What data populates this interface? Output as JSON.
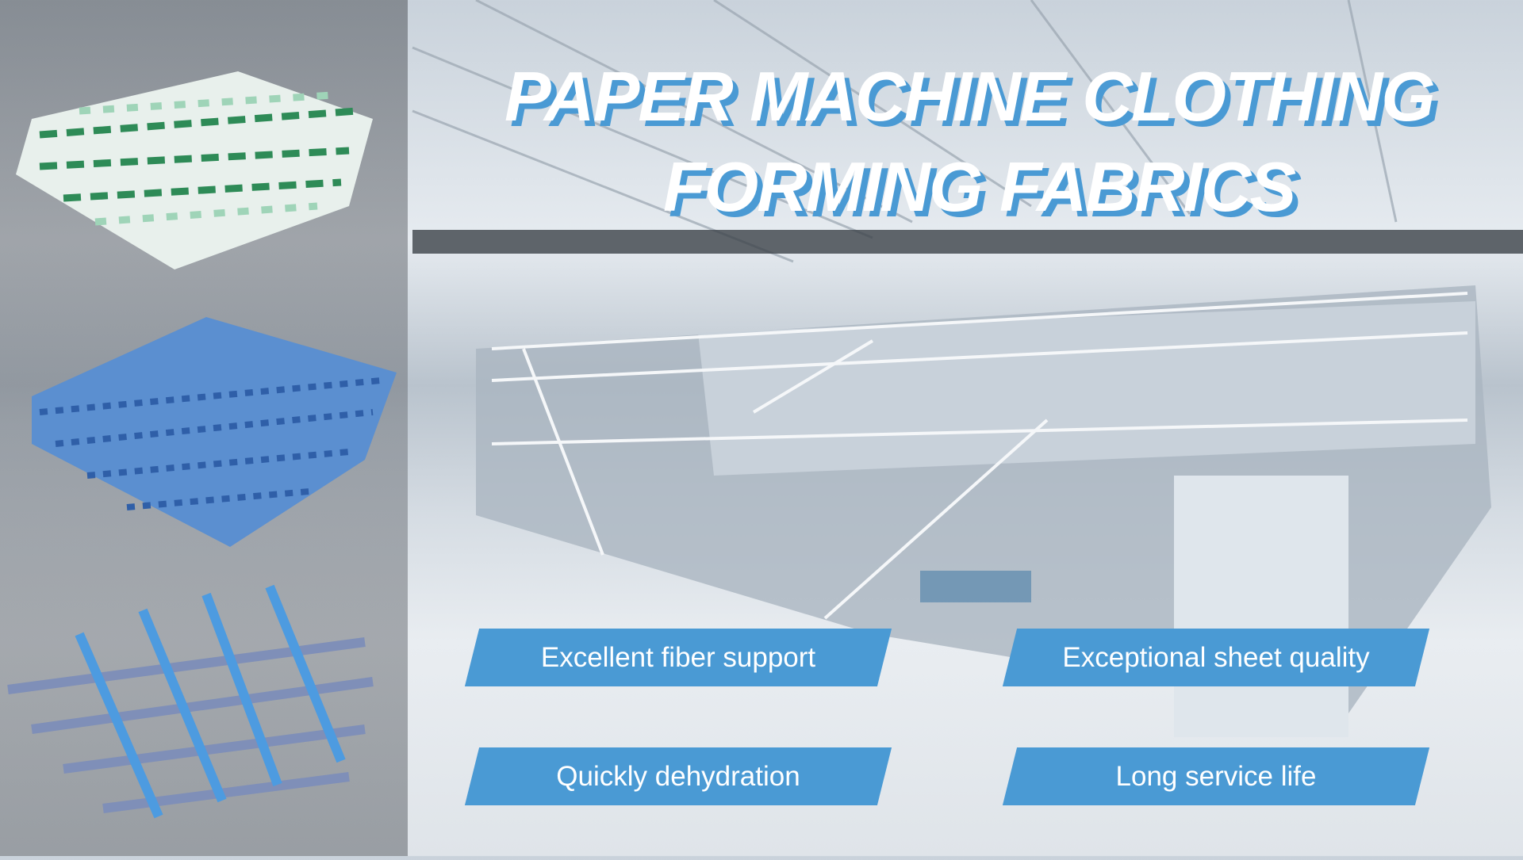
{
  "title": {
    "line1": "PAPER MACHINE CLOTHING",
    "line2": "FORMING FABRICS"
  },
  "features": [
    {
      "label": "Excellent fiber support"
    },
    {
      "label": "Exceptional sheet quality"
    },
    {
      "label": "Quickly dehydration"
    },
    {
      "label": "Long service life"
    }
  ],
  "colors": {
    "accent": "#4a9ad4",
    "text": "#ffffff"
  }
}
